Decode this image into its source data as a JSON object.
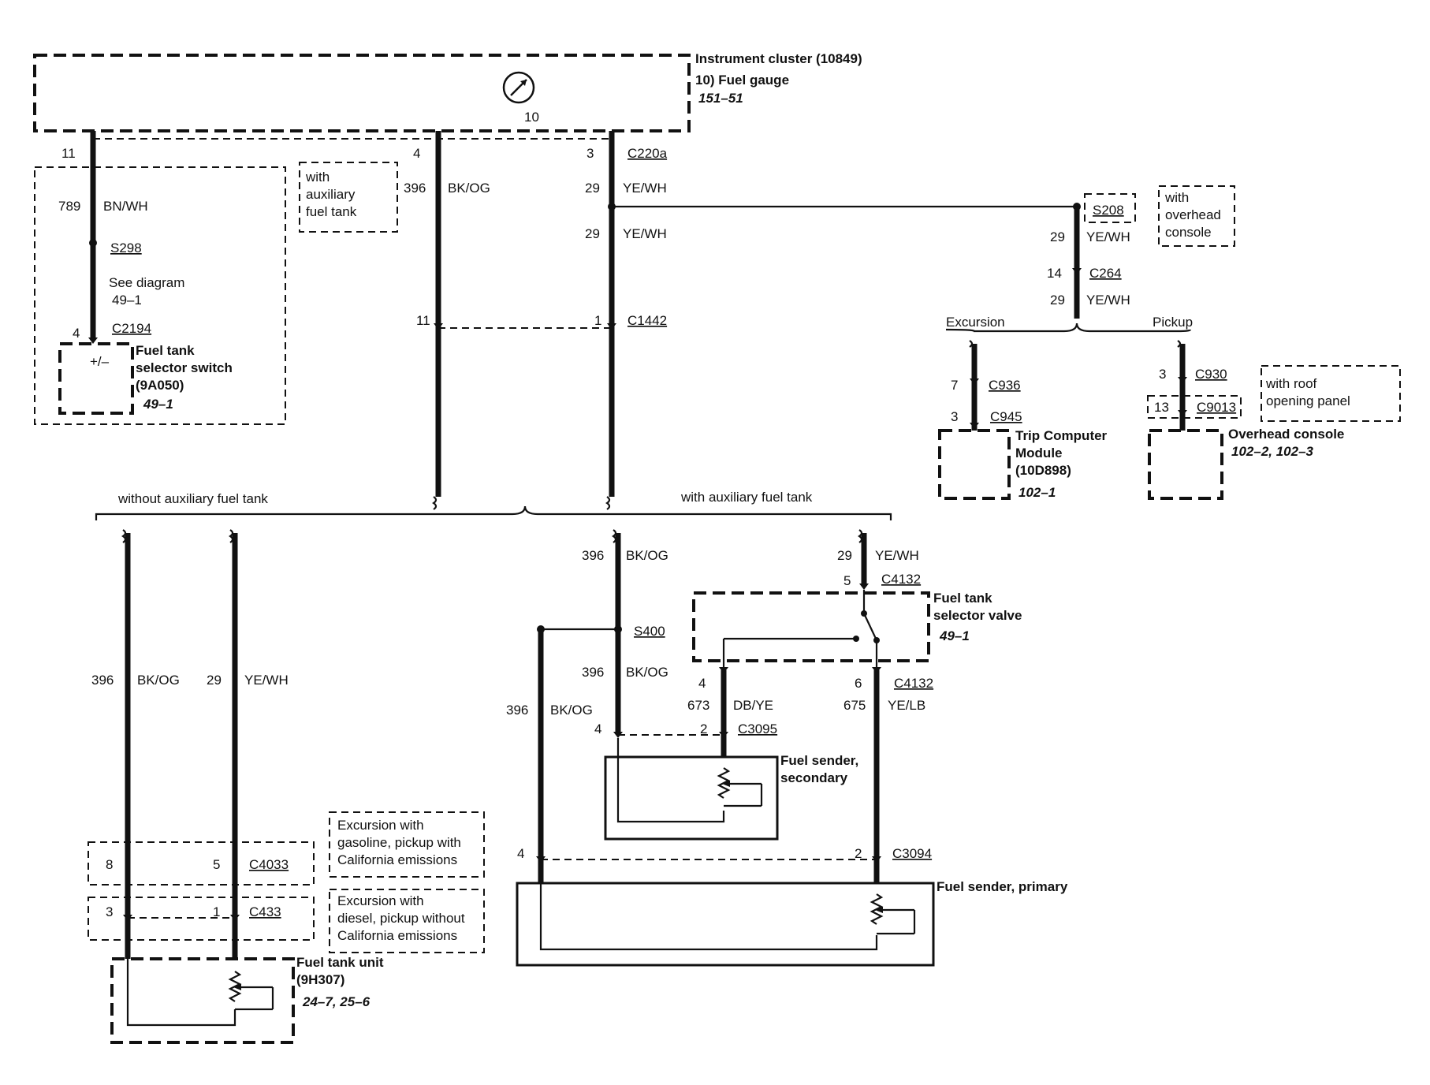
{
  "cluster": {
    "title": "Instrument cluster (10849)",
    "sub": "10) Fuel gauge",
    "ref": "151–51",
    "pin": "10",
    "icon": "gauge-icon"
  },
  "w1": {
    "pin_top": "11",
    "circuit": "789",
    "color": "BN/WH",
    "splice": "S298",
    "note1": "See diagram",
    "note2": "49–1",
    "pin_bottom": "4",
    "connector": "C2194"
  },
  "switch": {
    "symbol": "+/–",
    "l1": "Fuel tank",
    "l2": "selector switch",
    "l3": "(9A050)",
    "ref": "49–1"
  },
  "aux_note": {
    "l1": "with",
    "l2": "auxiliary",
    "l3": "fuel tank"
  },
  "w2": {
    "pin_top": "4",
    "circuit": "396",
    "color": "BK/OG",
    "pin_c1442": "11"
  },
  "w3": {
    "pin_top": "3",
    "connector_top": "C220a",
    "circuit_a": "29",
    "color_a": "YE/WH",
    "circuit_b": "29",
    "color_b": "YE/WH",
    "pin_c1442": "1",
    "connector": "C1442"
  },
  "overhead_branch": {
    "splice": "S208",
    "note_l1": "with",
    "note_l2": "overhead",
    "note_l3": "console",
    "circuit_a": "29",
    "color_a": "YE/WH",
    "pin_c264": "14",
    "connector_c264": "C264",
    "circuit_b": "29",
    "color_b": "YE/WH",
    "excursion": "Excursion",
    "pickup": "Pickup"
  },
  "trip": {
    "pin_a": "7",
    "conn_a": "C936",
    "pin_b": "3",
    "conn_b": "C945",
    "l1": "Trip Computer",
    "l2": "Module",
    "l3": "(10D898)",
    "ref": "102–1"
  },
  "overhead": {
    "pin_a": "3",
    "conn_a": "C930",
    "pin_b": "13",
    "conn_b": "C9013",
    "note_l1": "with roof",
    "note_l2": "opening panel",
    "title": "Overhead console",
    "ref": "102–2, 102–3"
  },
  "split": {
    "left": "without auxiliary fuel tank",
    "right": "with auxiliary fuel tank"
  },
  "left_wires": {
    "circuit_a": "396",
    "color_a": "BK/OG",
    "circuit_b": "29",
    "color_b": "YE/WH",
    "pin_a": "8",
    "pin_b": "5",
    "conn_a": "C4033",
    "pin_c": "3",
    "pin_d": "1",
    "conn_b": "C433"
  },
  "note_c4033": {
    "l1": "Excursion with",
    "l2": "gasoline, pickup with",
    "l3": "California emissions"
  },
  "note_c433": {
    "l1": "Excursion with",
    "l2": "diesel, pickup without",
    "l3": "California emissions"
  },
  "tank_unit": {
    "l1": "Fuel tank unit",
    "l2": "(9H307)",
    "ref": "24–7, 25–6"
  },
  "aux": {
    "circuit_a": "396",
    "color_a": "BK/OG",
    "splice": "S400",
    "circuit_b": "396",
    "color_b": "BK/OG",
    "circuit_c": "396",
    "color_c": "BK/OG",
    "circuit_d": "29",
    "color_d": "YE/WH",
    "pin_d": "5",
    "conn_d": "C4132",
    "valve_l1": "Fuel tank",
    "valve_l2": "selector valve",
    "valve_ref": "49–1",
    "pin_e": "4",
    "circuit_e": "673",
    "color_e": "DB/YE",
    "pin_f": "6",
    "conn_f": "C4132",
    "circuit_f": "675",
    "color_f": "YE/LB",
    "pin_g": "4",
    "pin_h": "2",
    "conn_h": "C3095",
    "sec_l1": "Fuel sender,",
    "sec_l2": "secondary",
    "pin_i": "4",
    "pin_j": "2",
    "conn_j": "C3094",
    "primary": "Fuel sender, primary"
  }
}
